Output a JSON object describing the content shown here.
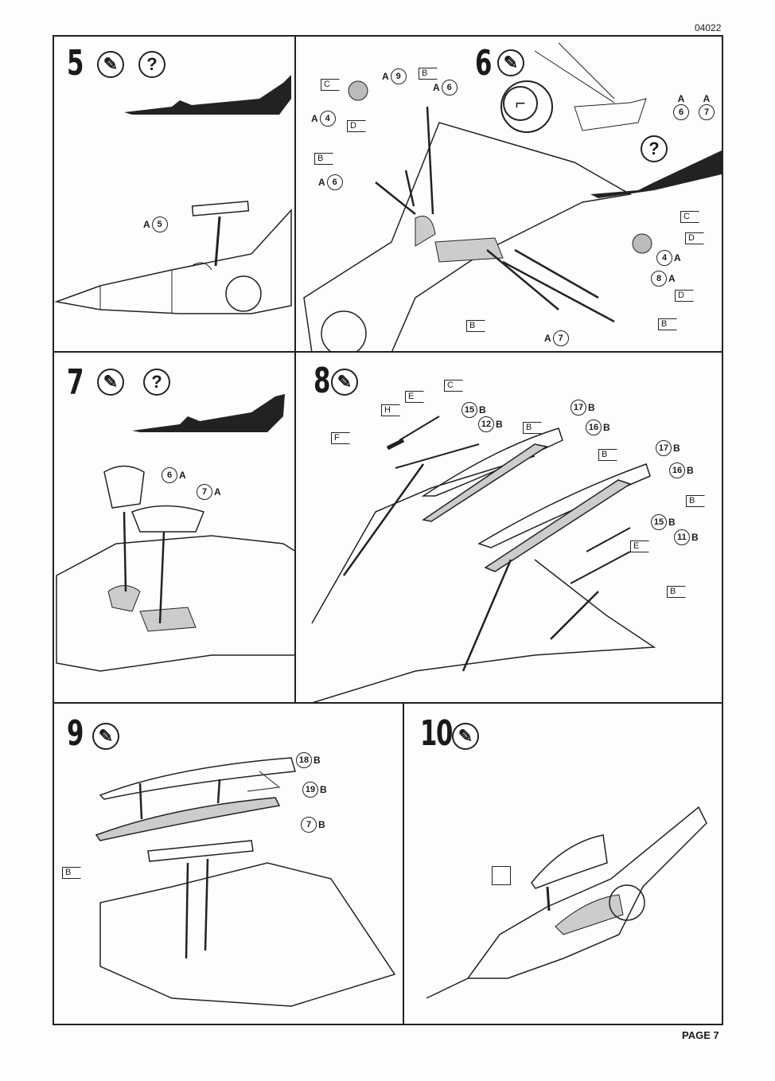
{
  "header": {
    "code": "04022"
  },
  "footer": {
    "page": "PAGE 7"
  },
  "icons": {
    "glue": "glue-tube-icon",
    "question": "?",
    "knife": "knife-icon",
    "paint_box": "paint-color-box"
  },
  "steps": [
    {
      "number": "5",
      "icons": [
        "glue-tube-icon",
        "question-icon"
      ],
      "callouts": [
        {
          "sprue": "A",
          "part": "5"
        }
      ]
    },
    {
      "number": "6",
      "icons": [
        "glue-tube-icon",
        "knife-icon",
        "question-icon"
      ],
      "callouts": [
        {
          "sprue": "A",
          "part": "9"
        },
        {
          "sprue": "A",
          "part": "6"
        },
        {
          "sprue": "A",
          "part": "4"
        },
        {
          "sprue": "A",
          "part": "6"
        },
        {
          "sprue": "A",
          "part": "6"
        },
        {
          "sprue": "A",
          "part": "7"
        },
        {
          "sprue": "A",
          "part": "4"
        },
        {
          "sprue": "A",
          "part": "8"
        },
        {
          "sprue": "A",
          "part": "7"
        }
      ],
      "flags": [
        "C",
        "B",
        "D",
        "B",
        "C",
        "D",
        "D",
        "B",
        "B"
      ]
    },
    {
      "number": "7",
      "icons": [
        "glue-tube-icon",
        "question-icon"
      ],
      "callouts": [
        {
          "sprue": "A",
          "part": "6"
        },
        {
          "sprue": "A",
          "part": "7"
        }
      ]
    },
    {
      "number": "8",
      "icons": [
        "glue-tube-icon"
      ],
      "callouts": [
        {
          "sprue": "B",
          "part": "15"
        },
        {
          "sprue": "B",
          "part": "12"
        },
        {
          "sprue": "B",
          "part": "17"
        },
        {
          "sprue": "B",
          "part": "16"
        },
        {
          "sprue": "B",
          "part": "17"
        },
        {
          "sprue": "B",
          "part": "16"
        },
        {
          "sprue": "B",
          "part": "15"
        },
        {
          "sprue": "B",
          "part": "11"
        }
      ],
      "flags": [
        "C",
        "E",
        "H",
        "B",
        "F",
        "B",
        "B",
        "E",
        "B"
      ]
    },
    {
      "number": "9",
      "icons": [
        "glue-tube-icon"
      ],
      "callouts": [
        {
          "sprue": "B",
          "part": "18"
        },
        {
          "sprue": "B",
          "part": "19"
        },
        {
          "sprue": "B",
          "part": "7"
        }
      ],
      "flags": [
        "B"
      ]
    },
    {
      "number": "10",
      "icons": [
        "glue-tube-icon"
      ],
      "paint_box": ""
    }
  ]
}
